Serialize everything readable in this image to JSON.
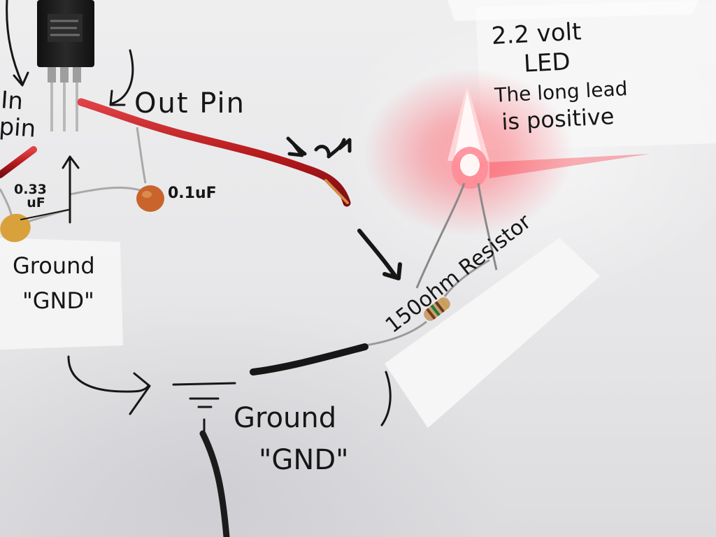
{
  "labels": {
    "in_pin_line1": "In",
    "in_pin_line2": "pin",
    "out_pin": "Out Pin",
    "cap_033_line1": "0.33",
    "cap_033_line2": "uF",
    "cap_01": "0.1uF",
    "led_line1": "2.2 volt",
    "led_line2": "LED",
    "led_line3": "The long lead",
    "led_line4": "is positive",
    "ground_top_line1": "Ground",
    "ground_top_line2": "\"GND\"",
    "ground_bottom_line1": "Ground",
    "ground_bottom_line2": "\"GND\"",
    "resistor": "150ohm Resistor"
  },
  "colors": {
    "paper": "#ebebec",
    "ink": "#161616",
    "red_wire": "#b3191b",
    "black_wire": "#1b1b1b",
    "capacitor_orange": "#c8642c",
    "capacitor_yellow": "#d9a13c",
    "led_glow": "#ff2a3a",
    "regulator_body": "#1a1a1a"
  }
}
